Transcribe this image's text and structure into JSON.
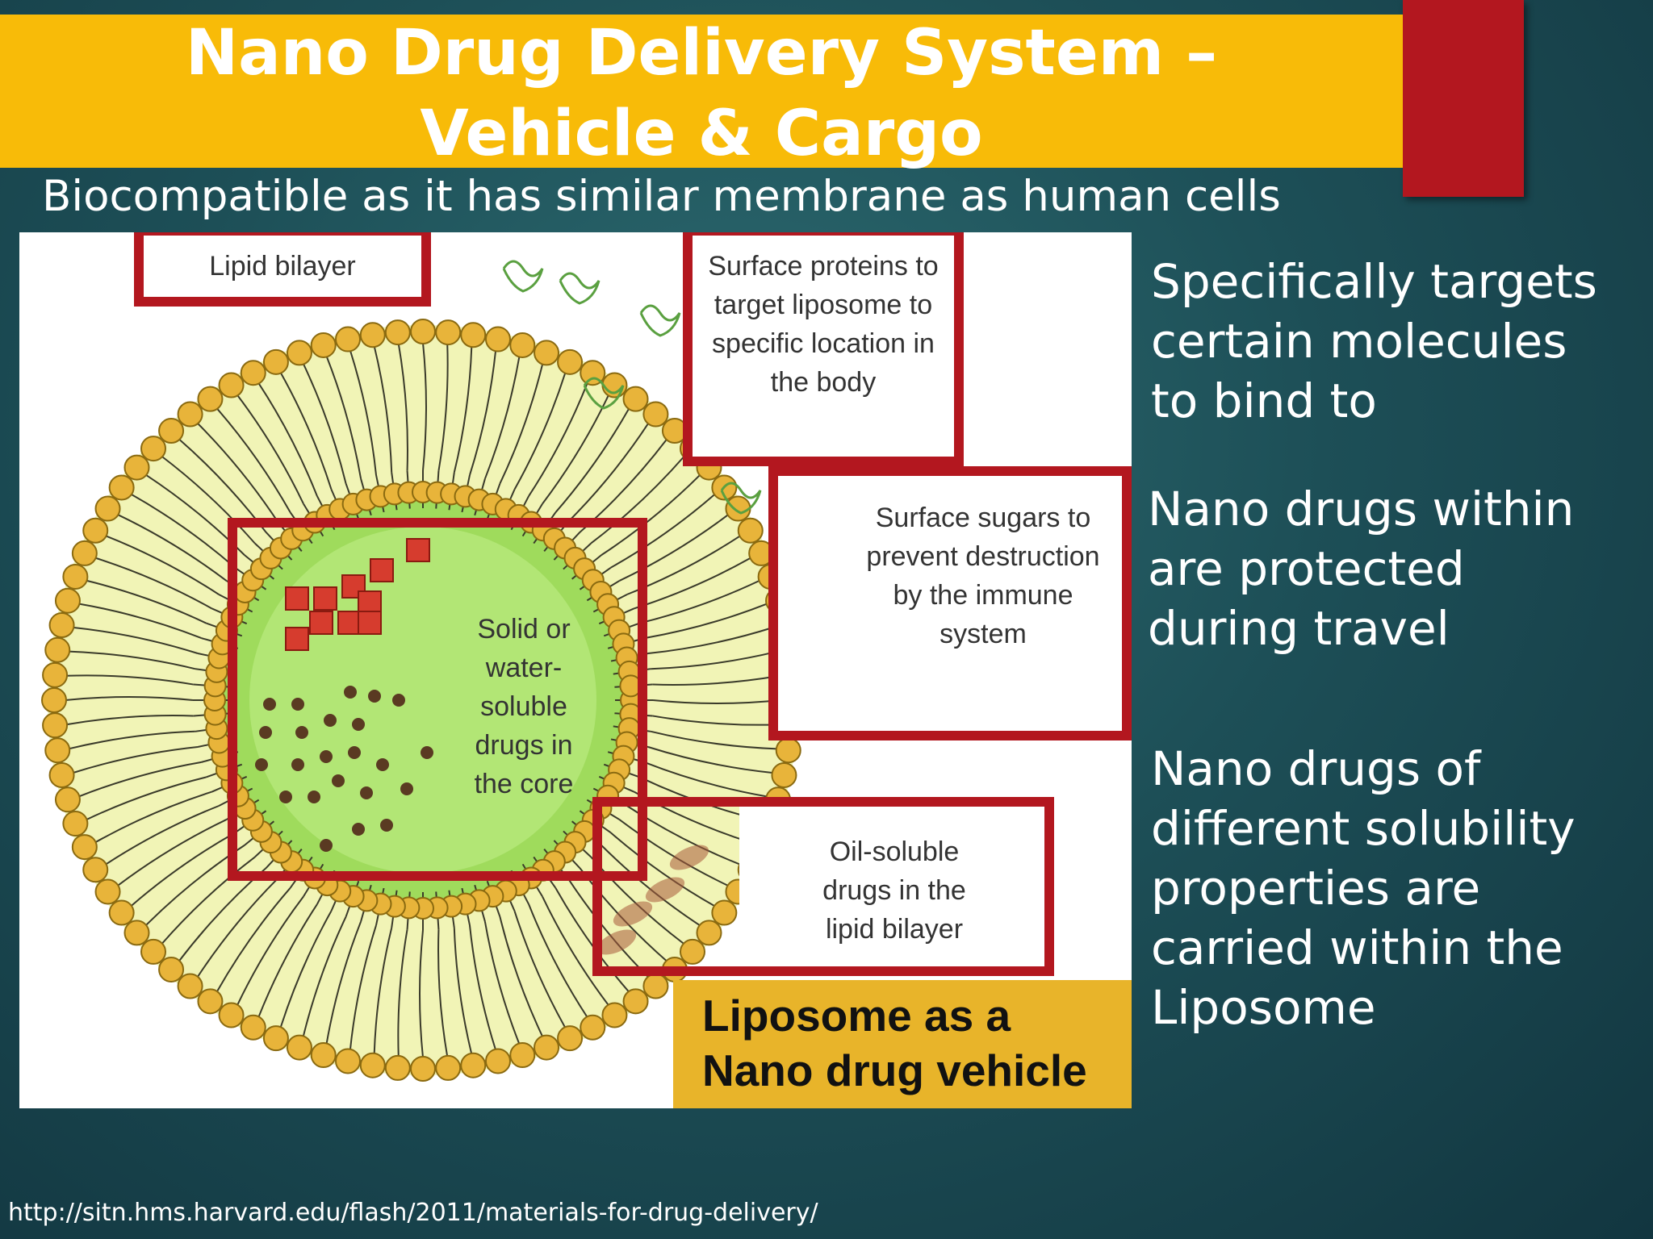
{
  "slide": {
    "title_line1": "Nano Drug Delivery System –",
    "title_line2": "Vehicle & Cargo",
    "subtitle": "Biocompatible as it has similar membrane as human cells",
    "source_url": "http://sitn.hms.harvard.edu/flash/2011/materials-for-drug-delivery/",
    "colors": {
      "title_bar": "#f8bb08",
      "accent_red": "#b3171f",
      "caption_bg": "#e8b42a",
      "background": "#1d4f57"
    }
  },
  "diagram": {
    "caption_line1": "Liposome as a",
    "caption_line2": "Nano drug vehicle",
    "labels": {
      "lipid_bilayer": "Lipid bilayer",
      "surface_proteins": [
        "Surface proteins to",
        "target liposome to",
        "specific location in",
        "the body"
      ],
      "surface_sugars": [
        "Surface sugars to",
        "prevent destruction",
        "by the immune",
        "system"
      ],
      "core_drugs": [
        "Solid or",
        "water-",
        "soluble",
        "drugs in",
        "the core"
      ],
      "oil_drugs": [
        "Oil-soluble",
        "drugs in the",
        "lipid bilayer"
      ]
    }
  },
  "side_points": [
    [
      "Specifically targets",
      "certain molecules",
      "to bind to"
    ],
    [
      "Nano drugs within",
      "are protected",
      "during travel"
    ],
    [
      "Nano drugs of",
      "different solubility",
      "properties are",
      "carried within the",
      "Liposome"
    ]
  ]
}
